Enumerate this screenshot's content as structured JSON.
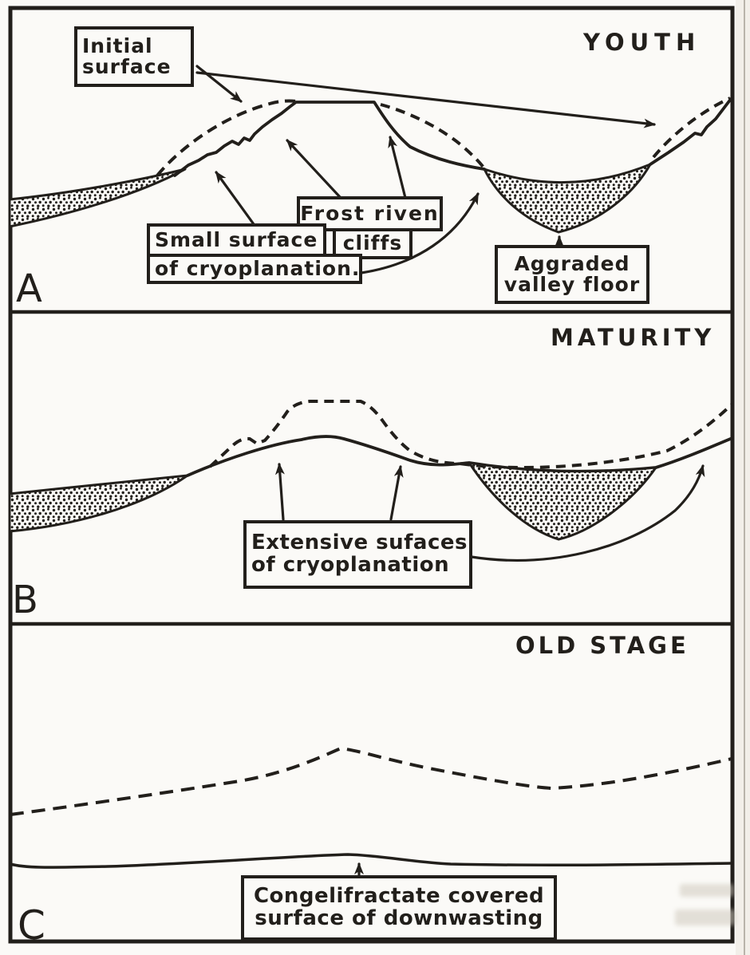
{
  "figure": {
    "type": "geomorphology-stage-diagram",
    "colors": {
      "ink": "#221f1b",
      "paper": "#fbfaf7",
      "page_edge": "#b9b4ab"
    }
  },
  "panels": [
    {
      "letter": "A",
      "title": "YOUTH",
      "labels": {
        "initial_surface": {
          "line1": "Initial",
          "line2": "surface"
        },
        "frost_riven_cliffs": {
          "line1": "Frost riven",
          "line2": "cliffs"
        },
        "small_surface": {
          "line1": "Small surface",
          "line2": "of cryoplanation."
        },
        "aggraded_valley": {
          "line1": "Aggraded",
          "line2": "valley floor"
        }
      }
    },
    {
      "letter": "B",
      "title": "MATURITY",
      "labels": {
        "extensive_surfaces": {
          "line1": "Extensive sufaces",
          "line2": "of cryoplanation"
        }
      }
    },
    {
      "letter": "C",
      "title": "OLD STAGE",
      "labels": {
        "congelifractate": {
          "line1": "Congelifractate covered",
          "line2": "surface of downwasting"
        }
      }
    }
  ]
}
